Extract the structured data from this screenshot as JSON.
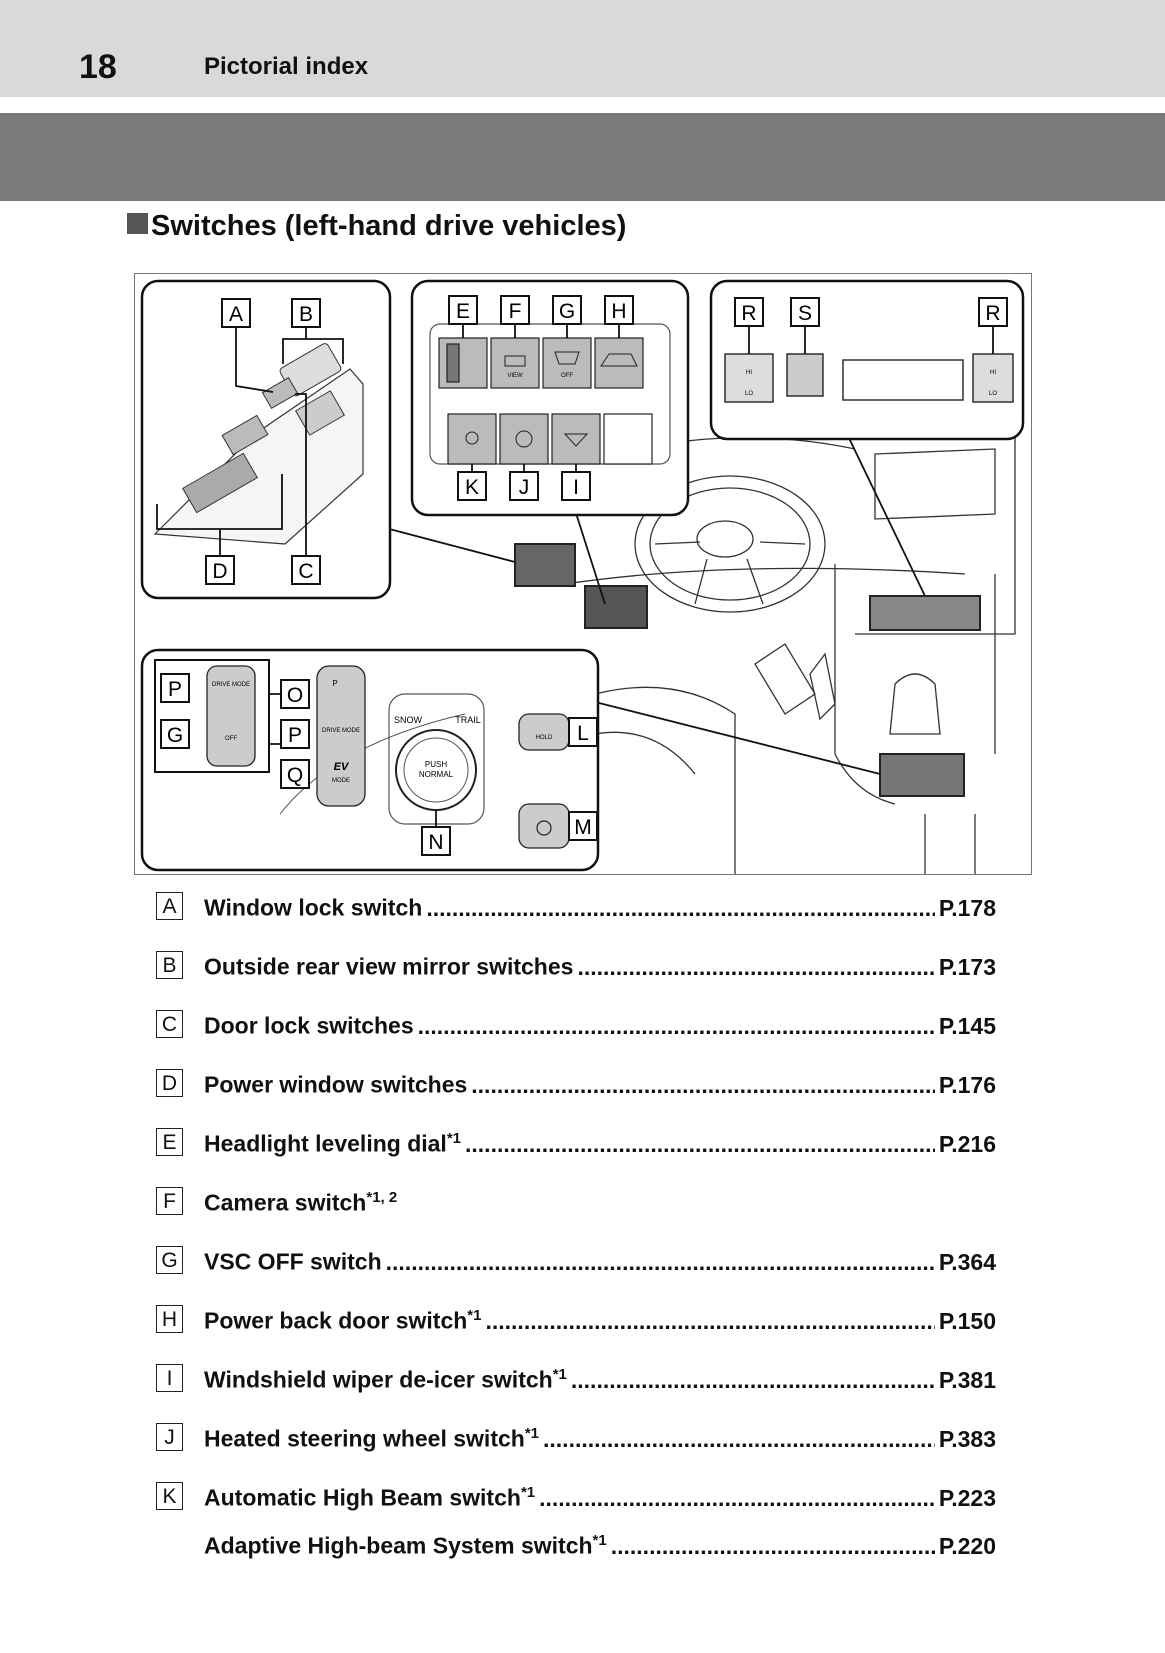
{
  "header": {
    "page_number": "18",
    "section": "Pictorial index"
  },
  "heading": "Switches (left-hand drive vehicles)",
  "figure": {
    "callouts": {
      "A": "A",
      "B": "B",
      "C": "C",
      "D": "D",
      "E": "E",
      "F": "F",
      "G": "G",
      "H": "H",
      "I": "I",
      "J": "J",
      "K": "K",
      "L": "L",
      "M": "M",
      "N": "N",
      "O": "O",
      "P": "P",
      "Q": "Q",
      "R": "R",
      "S": "S"
    },
    "switch_text": {
      "view": "VIEW",
      "off": "OFF",
      "hi": "HI",
      "lo": "LO",
      "drive_mode": "DRIVE MODE",
      "ev": "EV",
      "mode": "MODE",
      "snow": "SNOW",
      "trail": "TRAIL",
      "push": "PUSH",
      "normal": "NORMAL",
      "hold": "HOLD",
      "p": "P"
    }
  },
  "index": [
    {
      "key": "A",
      "label": "Window lock switch",
      "note": "",
      "page": "P.178"
    },
    {
      "key": "B",
      "label": "Outside rear view mirror switches",
      "note": "",
      "page": "P.173"
    },
    {
      "key": "C",
      "label": "Door lock switches",
      "note": "",
      "page": "P.145"
    },
    {
      "key": "D",
      "label": "Power window switches",
      "note": "",
      "page": "P.176"
    },
    {
      "key": "E",
      "label": "Headlight leveling dial",
      "note": "*1",
      "page": "P.216"
    },
    {
      "key": "F",
      "label": "Camera switch",
      "note": "*1, 2",
      "page": ""
    },
    {
      "key": "G",
      "label": "VSC OFF switch",
      "note": "",
      "page": "P.364"
    },
    {
      "key": "H",
      "label": "Power back door switch",
      "note": "*1",
      "page": "P.150"
    },
    {
      "key": "I",
      "label": "Windshield wiper de-icer switch",
      "note": "*1",
      "page": "P.381"
    },
    {
      "key": "J",
      "label": "Heated steering wheel switch",
      "note": "*1",
      "page": "P.383"
    },
    {
      "key": "K",
      "label": "Automatic High Beam switch",
      "note": "*1",
      "page": "P.223"
    },
    {
      "key": "",
      "label": "Adaptive High-beam System switch",
      "note": "*1",
      "page": "P.220"
    }
  ]
}
